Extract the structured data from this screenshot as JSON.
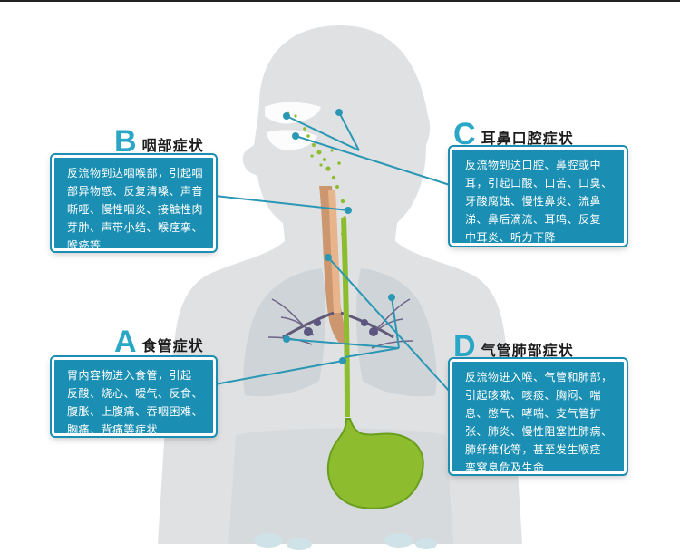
{
  "colors": {
    "accent": "#2aa7c6",
    "card_bg": "#1a8fb3",
    "silhouette": "#dfe1e3",
    "stomach_fill": "#8dbd2e",
    "esophagus": "#c98a5b",
    "pointer_line": "#2a97b5"
  },
  "sections": {
    "b": {
      "letter": "B",
      "title": "咽部症状",
      "lines": [
        "反流物到达咽喉部，引起咽",
        "部异物感、反复清嗓、声音",
        "嘶哑、慢性咽炎、接触性肉",
        "芽肿、声带小结、喉痉挛、",
        "喉癌等"
      ]
    },
    "c": {
      "letter": "C",
      "title": "耳鼻口腔症状",
      "lines": [
        "反流物到达口腔、鼻腔或中",
        "耳，引起口酸、口苦、口臭、",
        "牙酸腐蚀、慢性鼻炎、流鼻",
        "涕、鼻后滴流、耳鸣、反复",
        "中耳炎、听力下降"
      ]
    },
    "a": {
      "letter": "A",
      "title": "食管症状",
      "lines": [
        "胃内容物进入食管，引起",
        "反酸、烧心、嗳气、反食、",
        "腹胀、上腹痛、吞咽困难、",
        "胸痛、背痛等症状"
      ]
    },
    "d": {
      "letter": "D",
      "title": "气管肺部症状",
      "lines": [
        "反流物进入喉、气管和肺部，",
        "引起咳嗽、咳痰、胸闷、喘",
        "息、憋气、哮喘、支气管扩",
        "张、肺炎、慢性阻塞性肺病、",
        "肺纤维化等，甚至发生喉痉",
        "挛窒息危及生命"
      ]
    }
  }
}
